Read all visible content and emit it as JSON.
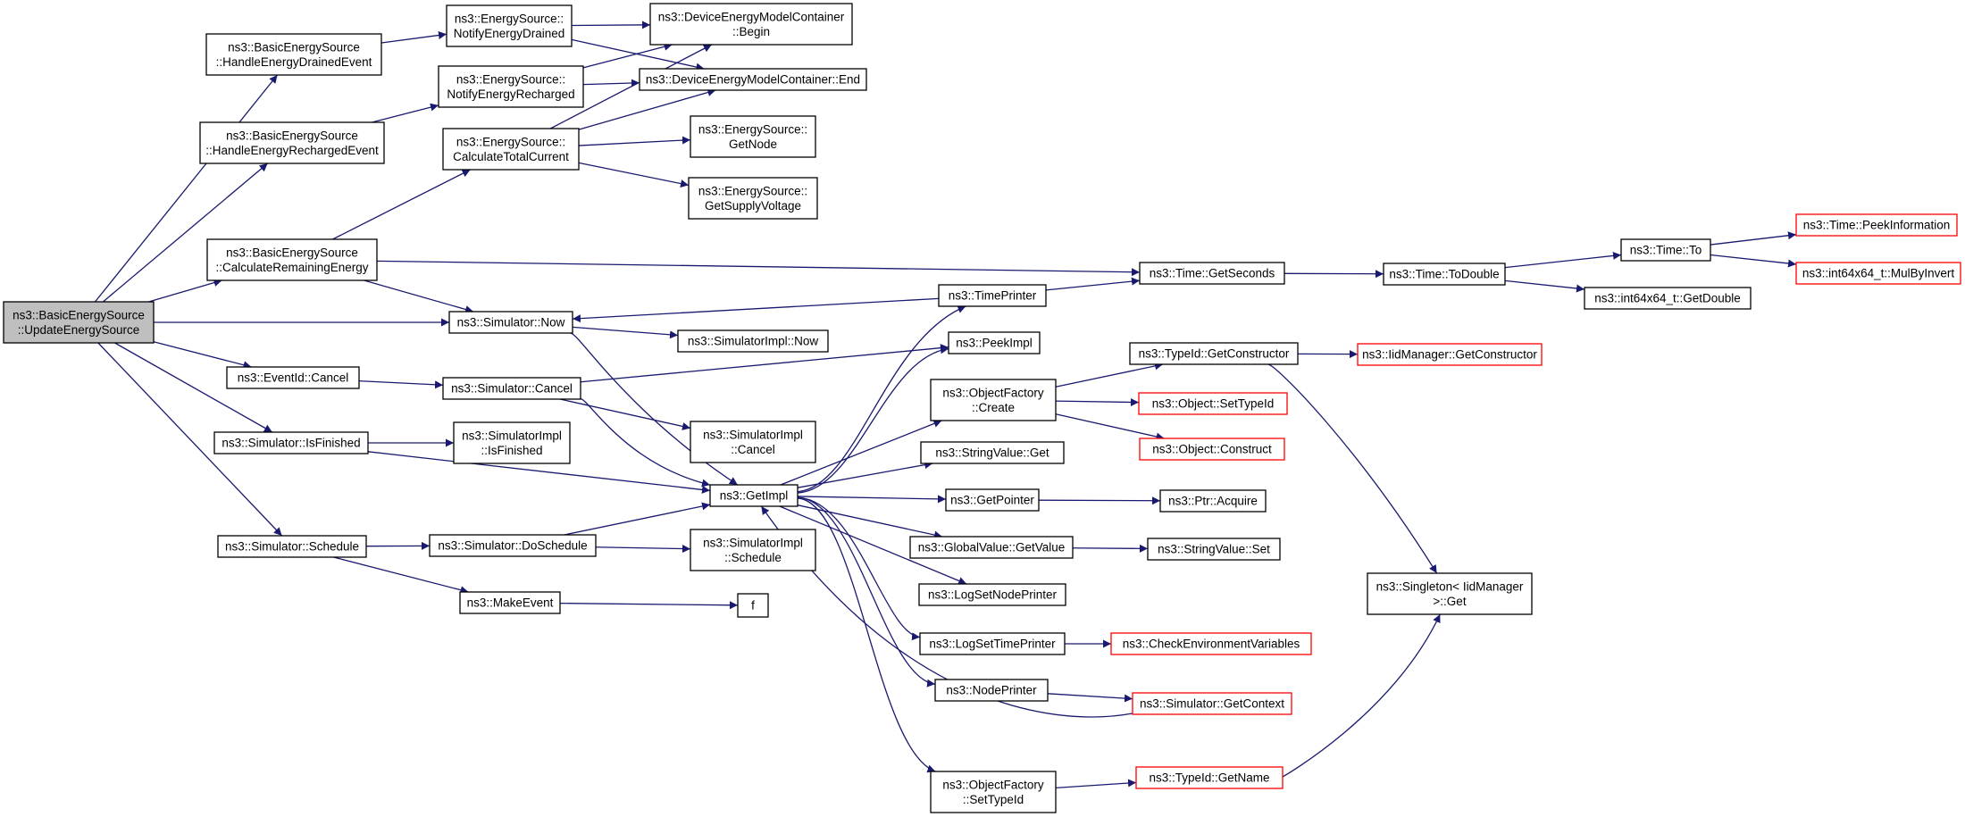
{
  "colors": {
    "edge": "#191970",
    "node_border": "#000000",
    "node_fill": "#ffffff",
    "root_fill": "#bfbfbf",
    "truncated_border": "#ff0000"
  },
  "nodes": {
    "root": {
      "lines": [
        "ns3::BasicEnergySource",
        "::UpdateEnergySource"
      ],
      "kind": "root"
    },
    "drained_event": {
      "lines": [
        "ns3::BasicEnergySource",
        "::HandleEnergyDrainedEvent"
      ],
      "kind": "normal"
    },
    "recharged_event": {
      "lines": [
        "ns3::BasicEnergySource",
        "::HandleEnergyRechargedEvent"
      ],
      "kind": "normal"
    },
    "calc_remaining": {
      "lines": [
        "ns3::BasicEnergySource",
        "::CalculateRemainingEnergy"
      ],
      "kind": "normal"
    },
    "eventid_cancel": {
      "lines": [
        "ns3::EventId::Cancel"
      ],
      "kind": "normal"
    },
    "sim_isfinished": {
      "lines": [
        "ns3::Simulator::IsFinished"
      ],
      "kind": "normal"
    },
    "sim_schedule": {
      "lines": [
        "ns3::Simulator::Schedule"
      ],
      "kind": "normal"
    },
    "notify_drained": {
      "lines": [
        "ns3::EnergySource::",
        "NotifyEnergyDrained"
      ],
      "kind": "normal"
    },
    "notify_recharged": {
      "lines": [
        "ns3::EnergySource::",
        "NotifyEnergyRecharged"
      ],
      "kind": "normal"
    },
    "calc_total_current": {
      "lines": [
        "ns3::EnergySource::",
        "CalculateTotalCurrent"
      ],
      "kind": "normal"
    },
    "sim_now": {
      "lines": [
        "ns3::Simulator::Now"
      ],
      "kind": "normal"
    },
    "sim_cancel": {
      "lines": [
        "ns3::Simulator::Cancel"
      ],
      "kind": "normal"
    },
    "impl_isfinished": {
      "lines": [
        "ns3::SimulatorImpl",
        "::IsFinished"
      ],
      "kind": "normal"
    },
    "sim_doschedule": {
      "lines": [
        "ns3::Simulator::DoSchedule"
      ],
      "kind": "normal"
    },
    "make_event": {
      "lines": [
        "ns3::MakeEvent"
      ],
      "kind": "normal"
    },
    "dem_begin": {
      "lines": [
        "ns3::DeviceEnergyModelContainer",
        "::Begin"
      ],
      "kind": "normal"
    },
    "dem_end": {
      "lines": [
        "ns3::DeviceEnergyModelContainer::End"
      ],
      "kind": "normal"
    },
    "es_getnode": {
      "lines": [
        "ns3::EnergySource::",
        "GetNode"
      ],
      "kind": "normal"
    },
    "es_getsupply": {
      "lines": [
        "ns3::EnergySource::",
        "GetSupplyVoltage"
      ],
      "kind": "normal"
    },
    "impl_now": {
      "lines": [
        "ns3::SimulatorImpl::Now"
      ],
      "kind": "normal"
    },
    "impl_cancel": {
      "lines": [
        "ns3::SimulatorImpl",
        "::Cancel"
      ],
      "kind": "normal"
    },
    "get_impl": {
      "lines": [
        "ns3::GetImpl"
      ],
      "kind": "normal"
    },
    "impl_schedule": {
      "lines": [
        "ns3::SimulatorImpl",
        "::Schedule"
      ],
      "kind": "normal"
    },
    "f": {
      "lines": [
        "f"
      ],
      "kind": "normal"
    },
    "time_printer": {
      "lines": [
        "ns3::TimePrinter"
      ],
      "kind": "normal"
    },
    "peek_impl": {
      "lines": [
        "ns3::PeekImpl"
      ],
      "kind": "normal"
    },
    "of_create": {
      "lines": [
        "ns3::ObjectFactory",
        "::Create"
      ],
      "kind": "normal"
    },
    "sv_get": {
      "lines": [
        "ns3::StringValue::Get"
      ],
      "kind": "normal"
    },
    "get_pointer": {
      "lines": [
        "ns3::GetPointer"
      ],
      "kind": "normal"
    },
    "gv_getvalue": {
      "lines": [
        "ns3::GlobalValue::GetValue"
      ],
      "kind": "normal"
    },
    "log_node_printer": {
      "lines": [
        "ns3::LogSetNodePrinter"
      ],
      "kind": "normal"
    },
    "log_time_printer": {
      "lines": [
        "ns3::LogSetTimePrinter"
      ],
      "kind": "normal"
    },
    "node_printer": {
      "lines": [
        "ns3::NodePrinter"
      ],
      "kind": "normal"
    },
    "of_settypeid": {
      "lines": [
        "ns3::ObjectFactory",
        "::SetTypeId"
      ],
      "kind": "normal"
    },
    "time_getseconds": {
      "lines": [
        "ns3::Time::GetSeconds"
      ],
      "kind": "normal"
    },
    "typeid_getconstructor": {
      "lines": [
        "ns3::TypeId::GetConstructor"
      ],
      "kind": "normal"
    },
    "obj_settypeid": {
      "lines": [
        "ns3::Object::SetTypeId"
      ],
      "kind": "truncated"
    },
    "obj_construct": {
      "lines": [
        "ns3::Object::Construct"
      ],
      "kind": "truncated"
    },
    "ptr_acquire": {
      "lines": [
        "ns3::Ptr::Acquire"
      ],
      "kind": "normal"
    },
    "sv_set": {
      "lines": [
        "ns3::StringValue::Set"
      ],
      "kind": "normal"
    },
    "check_env": {
      "lines": [
        "ns3::CheckEnvironmentVariables"
      ],
      "kind": "truncated"
    },
    "sim_getcontext": {
      "lines": [
        "ns3::Simulator::GetContext"
      ],
      "kind": "truncated"
    },
    "typeid_getname": {
      "lines": [
        "ns3::TypeId::GetName"
      ],
      "kind": "truncated"
    },
    "time_todouble": {
      "lines": [
        "ns3::Time::ToDouble"
      ],
      "kind": "normal"
    },
    "iid_getconstructor": {
      "lines": [
        "ns3::IidManager::GetConstructor"
      ],
      "kind": "truncated"
    },
    "singleton_get": {
      "lines": [
        "ns3::Singleton< IidManager",
        ">::Get"
      ],
      "kind": "normal"
    },
    "time_to": {
      "lines": [
        "ns3::Time::To"
      ],
      "kind": "normal"
    },
    "int64_getdouble": {
      "lines": [
        "ns3::int64x64_t::GetDouble"
      ],
      "kind": "normal"
    },
    "peek_information": {
      "lines": [
        "ns3::Time::PeekInformation"
      ],
      "kind": "truncated"
    },
    "mul_by_invert": {
      "lines": [
        "ns3::int64x64_t::MulByInvert"
      ],
      "kind": "truncated"
    }
  },
  "edges": [
    [
      "root",
      "drained_event"
    ],
    [
      "root",
      "recharged_event"
    ],
    [
      "root",
      "calc_remaining"
    ],
    [
      "root",
      "sim_now"
    ],
    [
      "root",
      "eventid_cancel"
    ],
    [
      "root",
      "sim_isfinished"
    ],
    [
      "root",
      "sim_schedule"
    ],
    [
      "drained_event",
      "notify_drained"
    ],
    [
      "recharged_event",
      "notify_recharged"
    ],
    [
      "calc_remaining",
      "calc_total_current"
    ],
    [
      "calc_remaining",
      "time_getseconds"
    ],
    [
      "calc_remaining",
      "sim_now"
    ],
    [
      "notify_drained",
      "dem_begin"
    ],
    [
      "notify_drained",
      "dem_end"
    ],
    [
      "notify_recharged",
      "dem_begin"
    ],
    [
      "notify_recharged",
      "dem_end"
    ],
    [
      "calc_total_current",
      "dem_begin"
    ],
    [
      "calc_total_current",
      "dem_end"
    ],
    [
      "calc_total_current",
      "es_getnode"
    ],
    [
      "calc_total_current",
      "es_getsupply"
    ],
    [
      "sim_now",
      "impl_now"
    ],
    [
      "sim_now",
      "get_impl"
    ],
    [
      "eventid_cancel",
      "sim_cancel"
    ],
    [
      "sim_cancel",
      "peek_impl"
    ],
    [
      "sim_cancel",
      "impl_cancel"
    ],
    [
      "sim_cancel",
      "get_impl"
    ],
    [
      "sim_isfinished",
      "impl_isfinished"
    ],
    [
      "sim_isfinished",
      "get_impl"
    ],
    [
      "sim_schedule",
      "sim_doschedule"
    ],
    [
      "sim_schedule",
      "make_event"
    ],
    [
      "sim_doschedule",
      "get_impl"
    ],
    [
      "sim_doschedule",
      "impl_schedule"
    ],
    [
      "make_event",
      "f"
    ],
    [
      "time_printer",
      "sim_now"
    ],
    [
      "time_printer",
      "time_getseconds"
    ],
    [
      "get_impl",
      "time_printer"
    ],
    [
      "get_impl",
      "peek_impl"
    ],
    [
      "get_impl",
      "of_create"
    ],
    [
      "get_impl",
      "sv_get"
    ],
    [
      "get_impl",
      "get_pointer"
    ],
    [
      "get_impl",
      "gv_getvalue"
    ],
    [
      "get_impl",
      "log_node_printer"
    ],
    [
      "get_impl",
      "log_time_printer"
    ],
    [
      "get_impl",
      "node_printer"
    ],
    [
      "get_impl",
      "of_settypeid"
    ],
    [
      "sim_getcontext",
      "get_impl"
    ],
    [
      "of_create",
      "typeid_getconstructor"
    ],
    [
      "of_create",
      "obj_settypeid"
    ],
    [
      "of_create",
      "obj_construct"
    ],
    [
      "get_pointer",
      "ptr_acquire"
    ],
    [
      "gv_getvalue",
      "sv_set"
    ],
    [
      "log_time_printer",
      "check_env"
    ],
    [
      "node_printer",
      "sim_getcontext"
    ],
    [
      "of_settypeid",
      "typeid_getname"
    ],
    [
      "typeid_getconstructor",
      "iid_getconstructor"
    ],
    [
      "typeid_getconstructor",
      "singleton_get"
    ],
    [
      "typeid_getname",
      "singleton_get"
    ],
    [
      "time_getseconds",
      "time_todouble"
    ],
    [
      "time_todouble",
      "time_to"
    ],
    [
      "time_todouble",
      "int64_getdouble"
    ],
    [
      "time_to",
      "peek_information"
    ],
    [
      "time_to",
      "mul_by_invert"
    ]
  ]
}
